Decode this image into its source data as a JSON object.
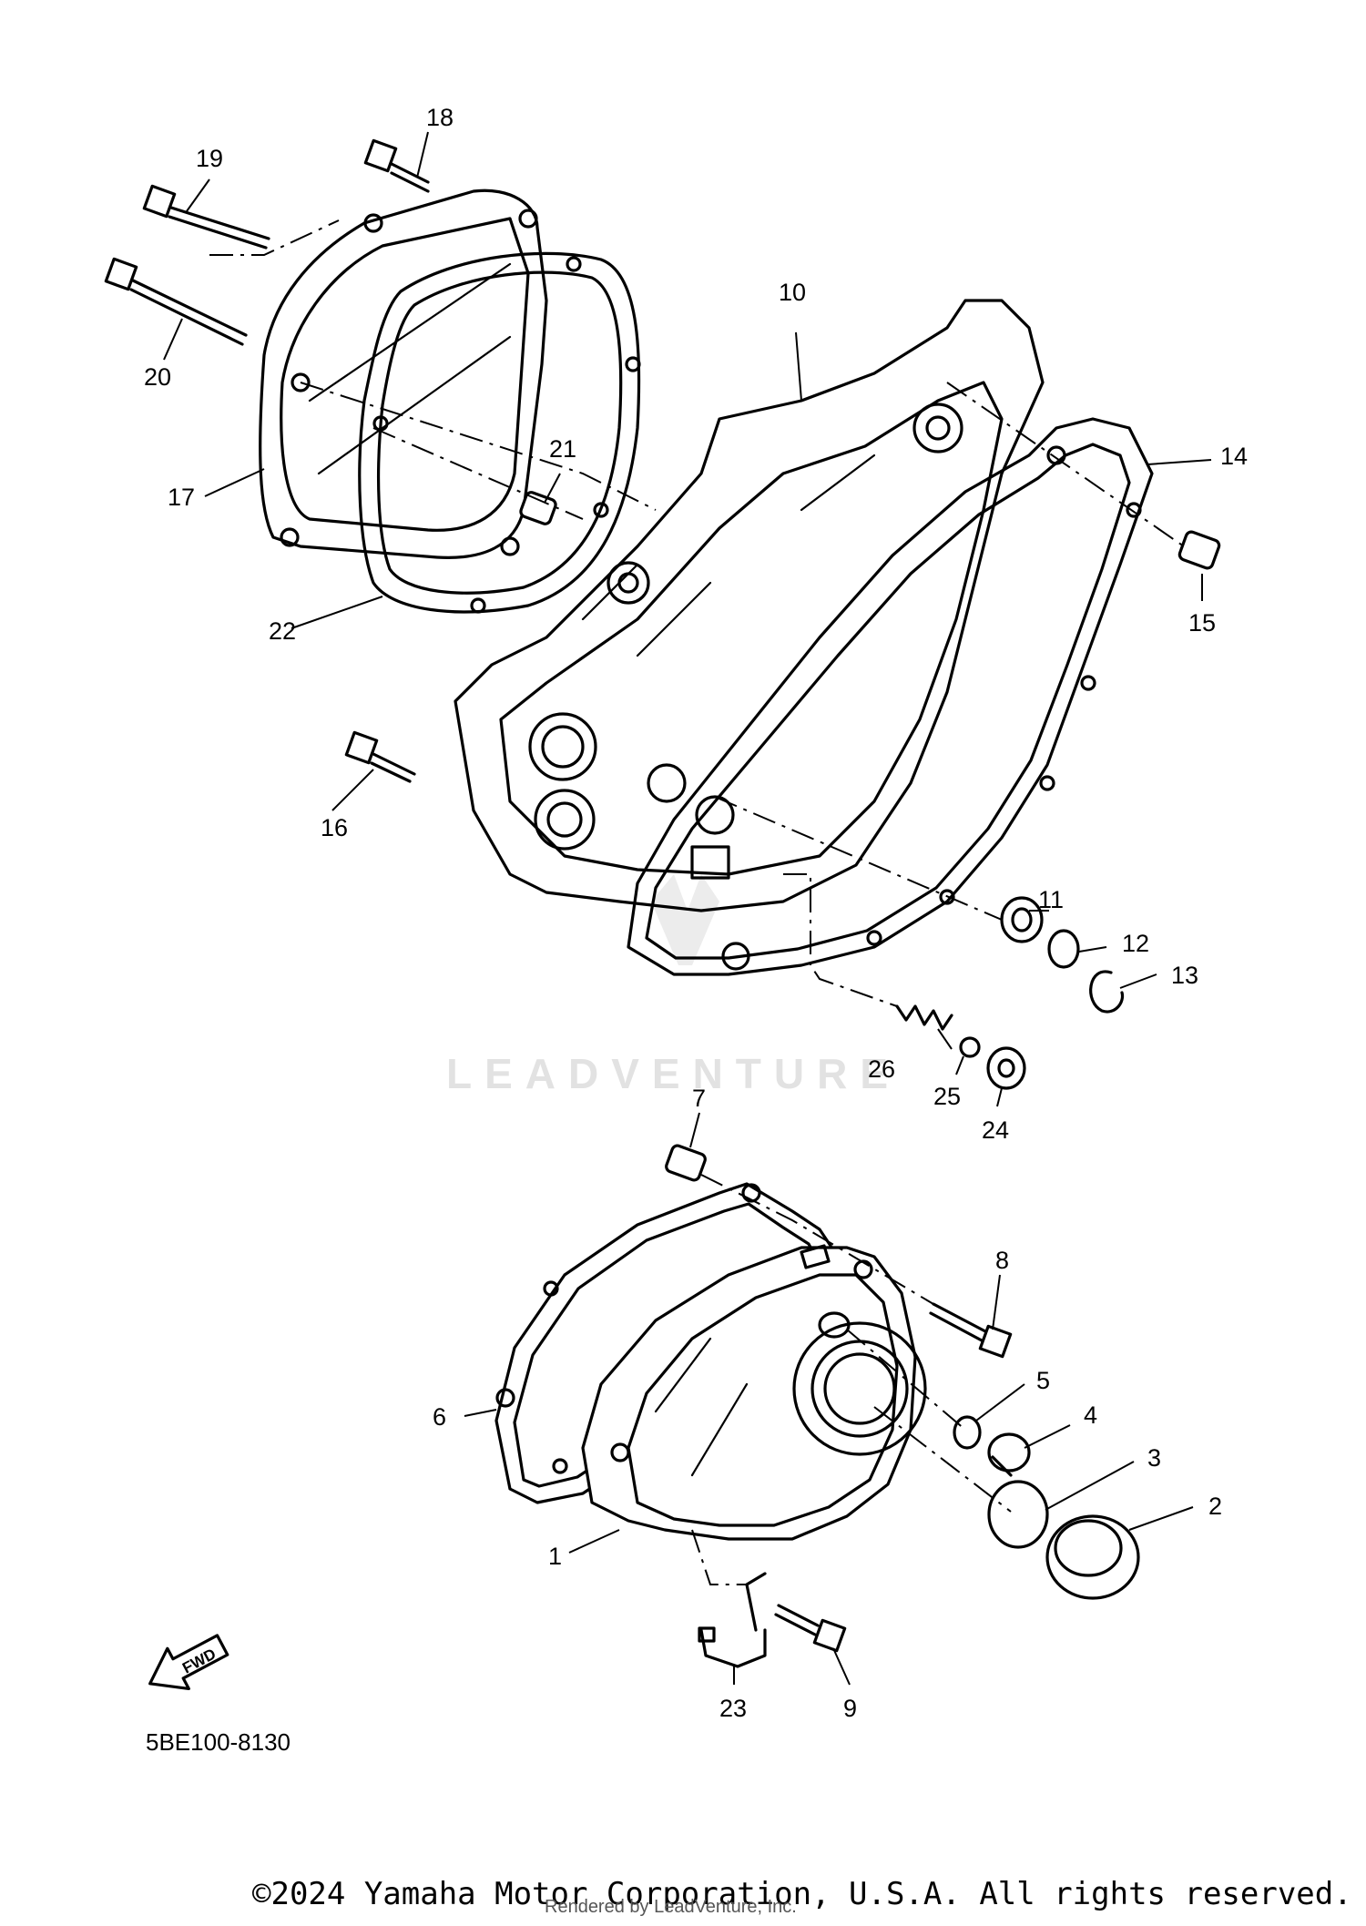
{
  "callouts": {
    "c1": "1",
    "c2": "2",
    "c3": "3",
    "c4": "4",
    "c5": "5",
    "c6": "6",
    "c7": "7",
    "c8": "8",
    "c9": "9",
    "c10": "10",
    "c11": "11",
    "c12": "12",
    "c13": "13",
    "c14": "14",
    "c15": "15",
    "c16": "16",
    "c17": "17",
    "c18": "18",
    "c19": "19",
    "c20": "20",
    "c21": "21",
    "c22": "22",
    "c23": "23",
    "c24": "24",
    "c25": "25",
    "c26": "26"
  },
  "fwd_label": "FWD",
  "diagram_code": "5BE100-8130",
  "watermark": "LEADVENTURE",
  "copyright": "©2024 Yamaha Motor Corporation, U.S.A. All rights reserved.",
  "rendered_by": "Rendered by LeadVenture, Inc."
}
